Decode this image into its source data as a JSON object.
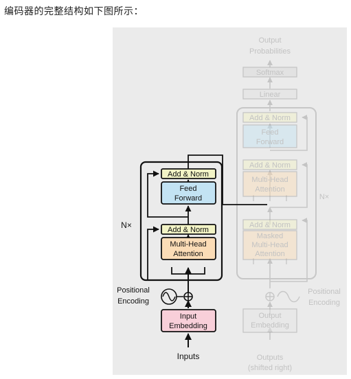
{
  "intro_text": "编码器的完整结构如下图所示：",
  "encoder": {
    "inputs": "Inputs",
    "input_embedding": [
      "Input",
      "Embedding"
    ],
    "positional_encoding": [
      "Positional",
      "Encoding"
    ],
    "add_norm_1": "Add & Norm",
    "multi_head_attention": [
      "Multi-Head",
      "Attention"
    ],
    "add_norm_2": "Add & Norm",
    "feed_forward": [
      "Feed",
      "Forward"
    ],
    "nx": "N×"
  },
  "decoder": {
    "outputs": [
      "Outputs",
      "(shifted right)"
    ],
    "output_embedding": [
      "Output",
      "Embedding"
    ],
    "positional_encoding": [
      "Positional",
      "Encoding"
    ],
    "add_norm_1": "Add & Norm",
    "masked_attention": [
      "Masked",
      "Multi-Head",
      "Attention"
    ],
    "add_norm_2": "Add & Norm",
    "multi_head_attention": [
      "Multi-Head",
      "Attention"
    ],
    "add_norm_3": "Add & Norm",
    "feed_forward": [
      "Feed",
      "Forward"
    ],
    "linear": "Linear",
    "softmax": "Softmax",
    "output_probabilities": [
      "Output",
      "Probabilities"
    ],
    "nx": "N×"
  },
  "colors": {
    "figure_bg": "#ebebeb",
    "add_norm": "#f2f3c5",
    "attention": "#fbdcb6",
    "feed_forward": "#c3e3f3",
    "embedding": "#f8cfd9",
    "faded": "#c9c9c9"
  }
}
